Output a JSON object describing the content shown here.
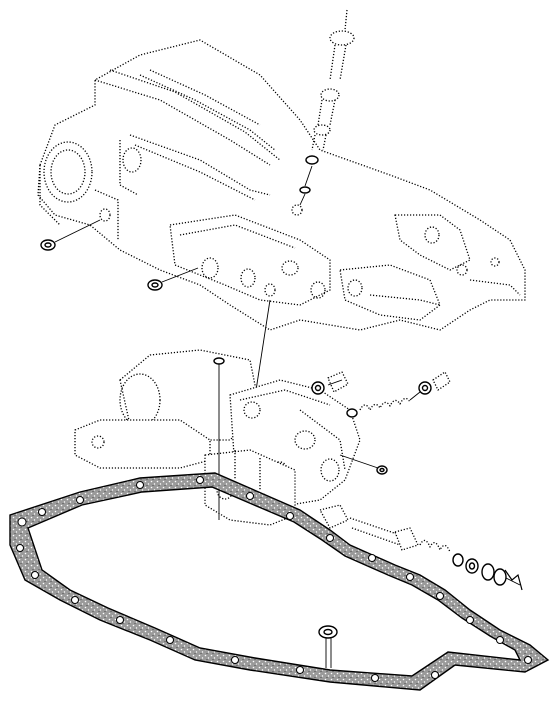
{
  "diagram": {
    "kind": "exploded-parts-illustration",
    "style": "dotted-line technical drawing",
    "colors": {
      "ink": "#000000",
      "background": "#ffffff",
      "gasket_fill": "#8a8a8a"
    },
    "components": [
      "upper-housing",
      "stud-bolt-assembly",
      "side-bolt-left",
      "side-bolt-lower-left",
      "valve-body",
      "spring-assembly-upper",
      "spring-assembly-lower",
      "side-bolt-right",
      "gasket",
      "gasket-bolt",
      "alignment-pin"
    ]
  }
}
